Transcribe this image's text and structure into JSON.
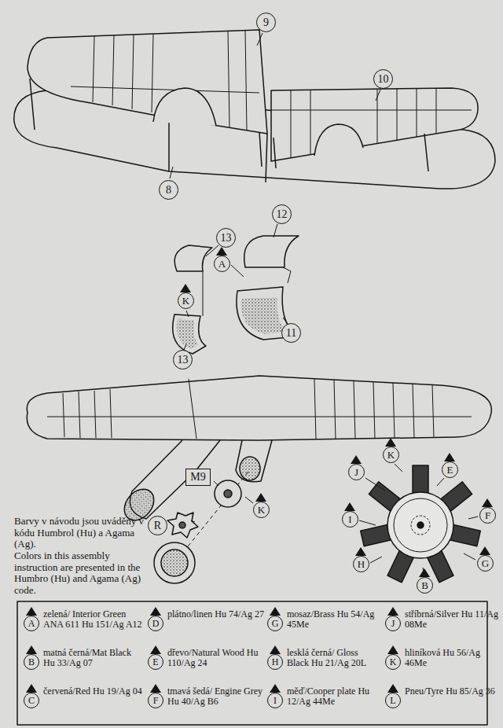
{
  "diagram": {
    "nodes": [
      {
        "text": [
          "9"
        ]
      },
      {
        "text": [
          "10"
        ]
      },
      {
        "text": [
          "8"
        ]
      },
      {
        "text": [
          "12"
        ]
      },
      {
        "text": [
          "13"
        ]
      },
      {
        "text": [
          "A"
        ]
      },
      {
        "text": [
          "K"
        ]
      },
      {
        "text": [
          "11"
        ]
      },
      {
        "text": [
          "13"
        ]
      },
      {
        "text": [
          "K"
        ]
      },
      {
        "text": [
          "E"
        ]
      },
      {
        "text": [
          "J"
        ]
      },
      {
        "text": [
          "M9"
        ]
      },
      {
        "text": [
          "F"
        ]
      },
      {
        "text": [
          "K"
        ]
      },
      {
        "text": [
          "R"
        ]
      },
      {
        "text": [
          "I"
        ]
      },
      {
        "text": [
          "G"
        ]
      },
      {
        "text": [
          "H"
        ]
      },
      {
        "text": [
          "B"
        ]
      }
    ],
    "labels": [
      "Barvy v návodu jsou uváděny v kódu Humbrol (Hu) a Agama (Ag).",
      "Colors in this assembly instruction are presented in the Humbro (Hu) and Agama (Ag) code.",
      "A",
      "B",
      "C",
      "D",
      "E",
      "F",
      "G",
      "H",
      "I",
      "J",
      "K",
      "L"
    ],
    "legend": [
      {
        "text": "zelená/ Interior Green ANA 611 Hu 151/Ag A12"
      },
      {
        "text": "matná černá/Mat Black Hu 33/Ag 07"
      },
      {
        "text": "červená/Red Hu 19/Ag 04"
      },
      {
        "text": "plátno/linen Hu 74/Ag 27"
      },
      {
        "text": "dřevo/Natural Wood Hu 110/Ag 24"
      },
      {
        "text": "tmavá šedá/ Engine Grey Hu 40/Ag B6"
      },
      {
        "text": "mosaz/Brass Hu 54/Ag 45Me"
      },
      {
        "text": "lesklá černá/ Gloss Black Hu 21/Ag 20L"
      },
      {
        "text": "měď/Cooper plate Hu 12/Ag 44Me"
      },
      {
        "text": "stříbrná/Silver Hu 11/Ag 08Me"
      },
      {
        "text": "hliníková Hu 56/Ag 46Me"
      },
      {
        "text": "Pneu/Tyre Hu 85/Ag 36"
      }
    ]
  }
}
